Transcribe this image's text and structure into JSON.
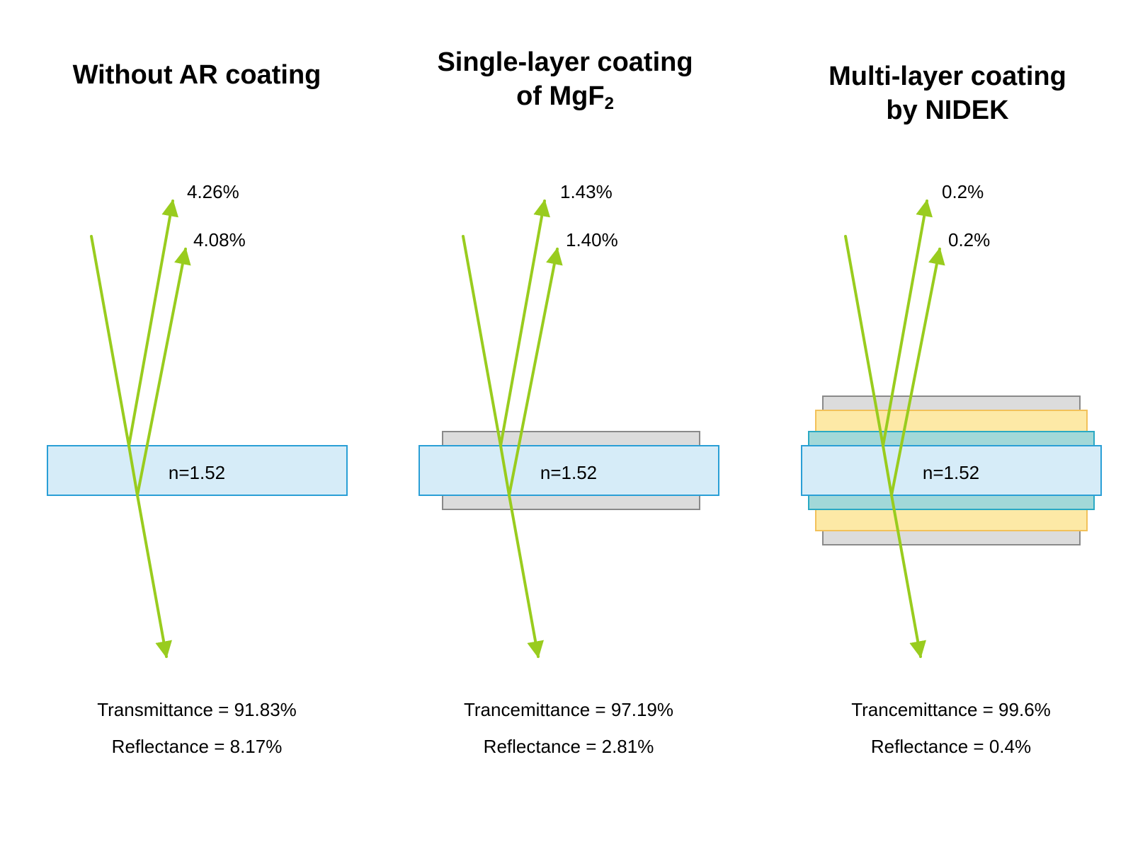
{
  "colors": {
    "ray": "#99cc1e",
    "glass_fill": "#d6ecf8",
    "glass_stroke": "#2a9fd6",
    "grey_fill": "#dcdcdc",
    "grey_stroke": "#8a8a8a",
    "yellow_fill": "#fde9a6",
    "yellow_stroke": "#f2c15a",
    "teal_fill": "#a2d8d8",
    "teal_stroke": "#2aa9c4"
  },
  "panels": [
    {
      "title_line1": "Without AR coating",
      "title_line2": "",
      "title_line2_sub": "",
      "reflect_outer": "4.26%",
      "reflect_inner": "4.08%",
      "glass_label": "n=1.52",
      "transmittance": "Transmittance = 91.83%",
      "reflectance": "Reflectance = 8.17%"
    },
    {
      "title_line1": "Single-layer coating",
      "title_line2": "of MgF",
      "title_line2_sub": "2",
      "reflect_outer": "1.43%",
      "reflect_inner": "1.40%",
      "glass_label": "n=1.52",
      "transmittance": "Trancemittance = 97.19%",
      "reflectance": "Reflectance = 2.81%"
    },
    {
      "title_line1": "Multi-layer coating",
      "title_line2": "by NIDEK",
      "title_line2_sub": "",
      "reflect_outer": "0.2%",
      "reflect_inner": "0.2%",
      "glass_label": "n=1.52",
      "transmittance": "Trancemittance = 99.6%",
      "reflectance": "Reflectance = 0.4%"
    }
  ]
}
